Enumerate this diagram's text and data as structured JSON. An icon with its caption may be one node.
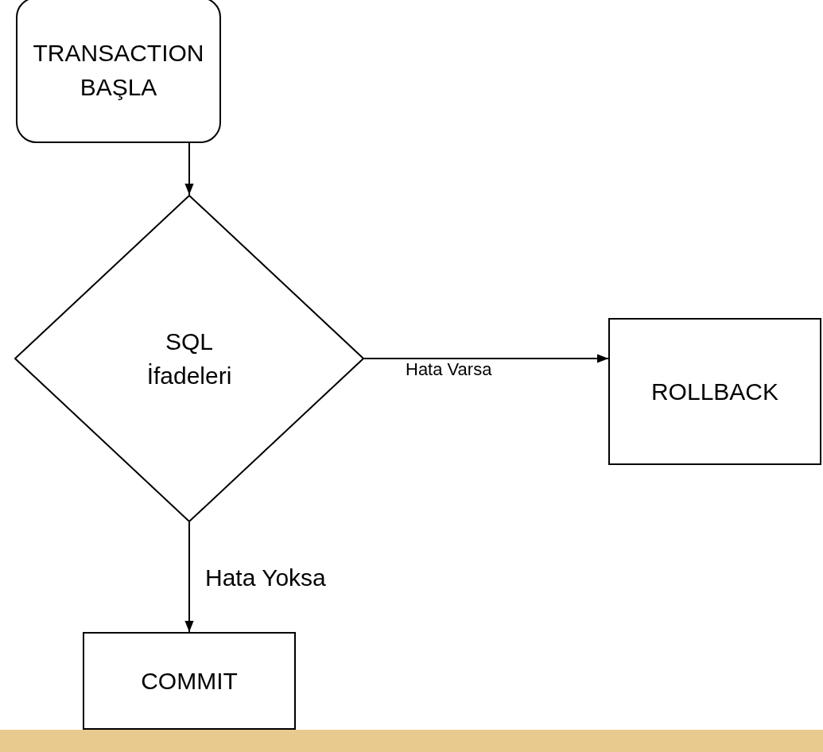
{
  "diagram": {
    "nodes": [
      {
        "text": [
          "TRANSACTION BAŞLA"
        ]
      },
      {
        "text": [
          "SQL İfadeleri"
        ]
      },
      {
        "text": [
          "ROLLBACK"
        ]
      },
      {
        "text": [
          "COMMIT"
        ]
      }
    ],
    "edges": [
      {
        "from": 0,
        "to": 1,
        "arrow": "to"
      },
      {
        "from": 1,
        "to": 2,
        "arrow": "to",
        "label": "Hata Varsa"
      },
      {
        "from": 1,
        "to": 3,
        "arrow": "to",
        "label": "Hata Yoksa"
      }
    ]
  }
}
